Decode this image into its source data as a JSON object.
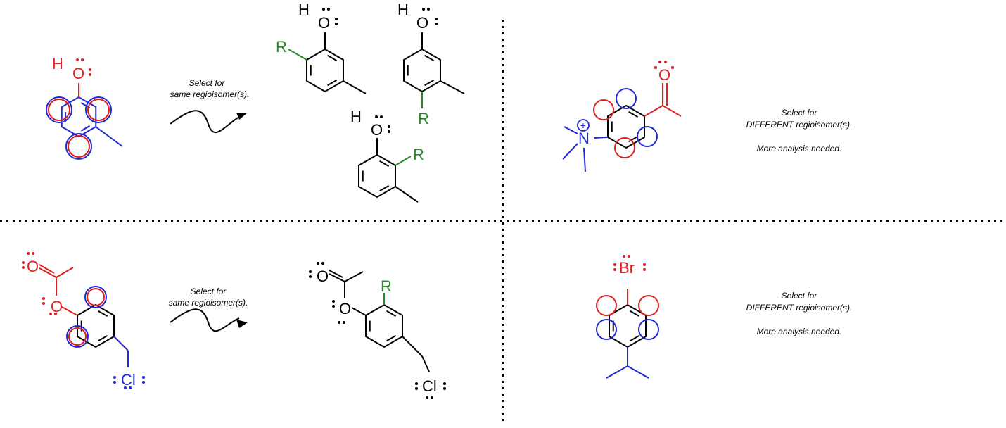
{
  "colors": {
    "black": "#000000",
    "oxygen_red": "#e02020",
    "group_blue": "#1f2ad6",
    "substituent_green": "#2a8a2a",
    "highlight_red": "#e02020",
    "highlight_blue": "#1f2ad6"
  },
  "captions": {
    "tl_line1": "Select for",
    "tl_line2": "same regioisomer(s).",
    "tr_line1": "Select for",
    "tr_line2": "DIFFERENT regioisomer(s).",
    "tr_line3": "More analysis needed.",
    "bl_line1": "Select for",
    "bl_line2": "same regioisomer(s).",
    "br_line1": "Select for",
    "br_line2": "DIFFERENT regioisomer(s).",
    "br_line3": "More analysis needed."
  },
  "atoms": {
    "H": "H",
    "O": "O",
    "R": "R",
    "N": "N",
    "Cl": "Cl",
    "Br": "Br",
    "plus": "+"
  },
  "icons": {
    "reaction_arrow": "wavy-arrow-icon",
    "lone_pair": "lone-pair-dots",
    "charge": "plus-circle-icon"
  }
}
